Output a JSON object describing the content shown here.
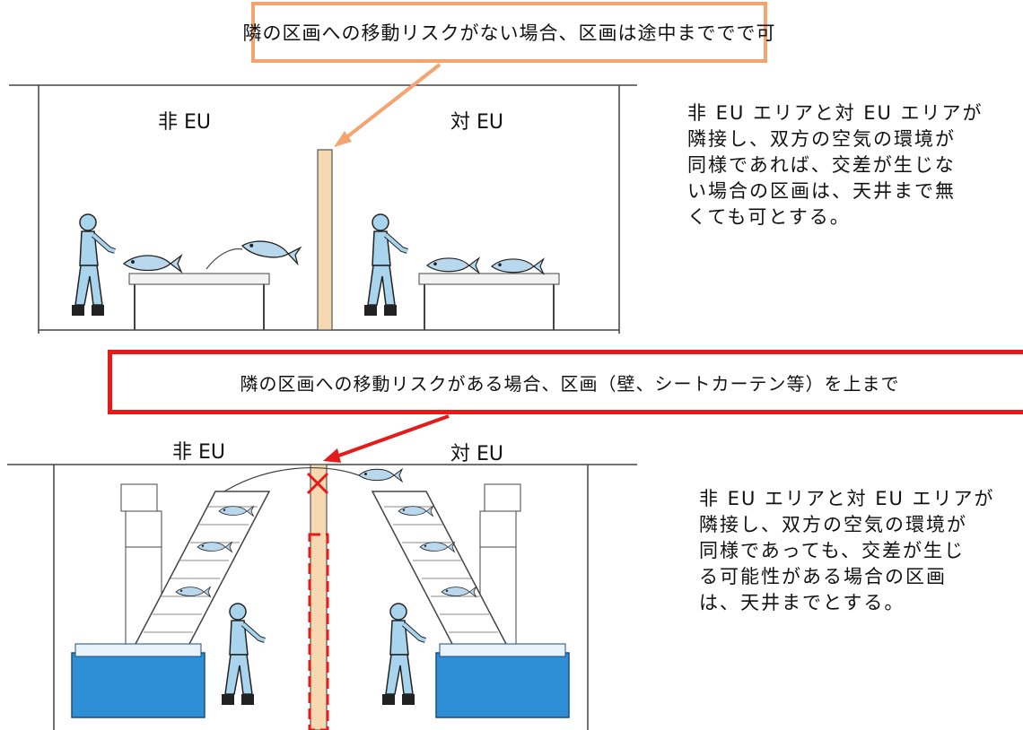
{
  "top_panel": {
    "callout": "隣の区画への移動リスクがない場合、区画は途中まででで可",
    "zone_left": "非 EU",
    "zone_right": "対 EU",
    "description_lines": [
      "非 EU エリアと対 EU エリアが",
      "隣接し、双方の空気の環境が",
      "同様であれば、交差が生じな",
      "い場合の区画は、天井まで無",
      "くても可とする。"
    ]
  },
  "bottom_panel": {
    "callout": "隣の区画への移動リスクがある場合、区画（壁、シートカーテン等）を上まで",
    "zone_left": "非 EU",
    "zone_right": "対 EU",
    "description_lines": [
      "非 EU エリアと対 EU エリアが",
      "隣接し、双方の空気の環境が",
      "同様であっても、交差が生じ",
      "る可能性がある場合の区画",
      "は、天井までとする。"
    ]
  },
  "colors": {
    "callout_top_border": "#f5a36f",
    "callout_bottom_border": "#e51a1a",
    "partition": "#f6d9b0",
    "worker": "#a9d4ee",
    "bin": "#2f8fd6",
    "cross_mark": "#e51a1a"
  }
}
